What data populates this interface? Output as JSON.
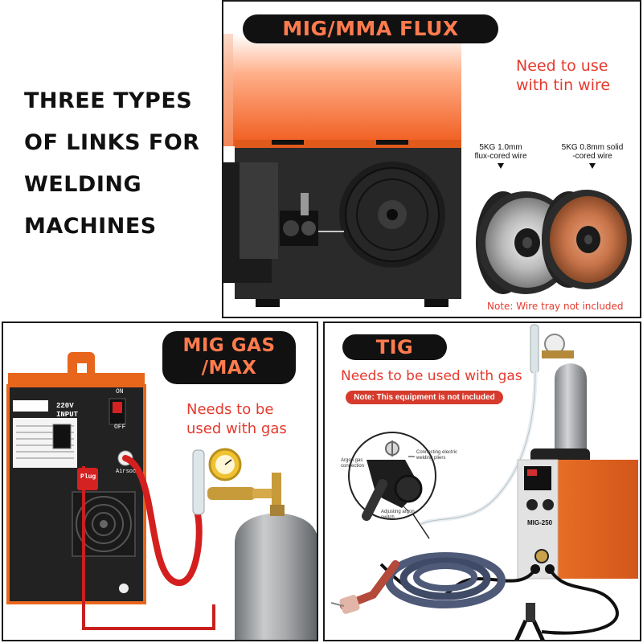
{
  "heading": {
    "lines": [
      "THREE TYPES",
      "OF LINKS FOR",
      "WELDING",
      "MACHINES"
    ]
  },
  "panel_mig_mma": {
    "title": "MIG/MMA FLUX",
    "note_line1": "Need to use",
    "note_line2": "with tin wire",
    "wire1_line1": "5KG 1.0mm",
    "wire1_line2": "flux-cored wire",
    "wire2_line1": "5KG 0.8mm solid",
    "wire2_line2": "-cored wire",
    "footnote": "Note: Wire tray not included"
  },
  "panel_mig_gas": {
    "title_line1": "MIG GAS",
    "title_line2": "/MAX",
    "note_line1": "Needs to be",
    "note_line2": "used with gas",
    "voltage_label": "220V",
    "input_label": "INPUT",
    "on_label": "ON",
    "off_label": "OFF",
    "plug_label": "Plug",
    "airsock_label": "Airsoc"
  },
  "panel_tig": {
    "title": "TIG",
    "note": "Needs to be used with gas",
    "badge": "Note: This equipment is not included",
    "callout1": "Connecting electric welding pliers",
    "callout2": "Argon gas connection",
    "callout3": "Adjusting argon switch",
    "model_label": "MIG-250"
  },
  "colors": {
    "accent_orange": "#ff7b4e",
    "note_red": "#e53a2e",
    "machine_orange": "#ee6a1f",
    "panel_border": "#1a1a1a"
  }
}
